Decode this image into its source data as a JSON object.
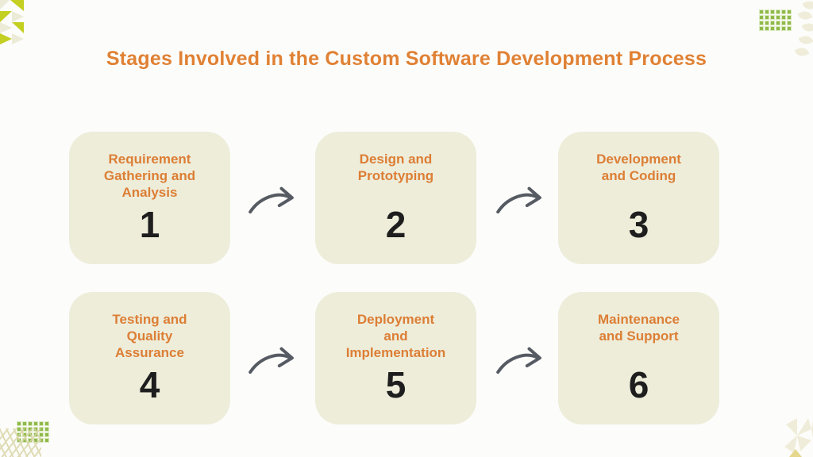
{
  "page_title": "Stages Involved in the Custom Software Development Process",
  "stages": [
    {
      "label": "Requirement\nGathering and\nAnalysis",
      "number": "1"
    },
    {
      "label": "Design and\nPrototyping",
      "number": "2"
    },
    {
      "label": "Development\nand Coding",
      "number": "3"
    },
    {
      "label": "Testing and\nQuality\nAssurance",
      "number": "4"
    },
    {
      "label": "Deployment\nand\nImplementation",
      "number": "5"
    },
    {
      "label": "Maintenance\nand Support",
      "number": "6"
    }
  ],
  "icons": {
    "flow_arrow": "hand-drawn curved arrow pointing right",
    "top_left_decor": "green and cream triangle checker pattern",
    "top_right_decor": "green dot grid with cream leaf shapes",
    "bottom_left_decor": "green dot grid with olive crosshatch",
    "bottom_right_decor": "cream pinwheel triangles"
  },
  "colors": {
    "background": "#FCFCFA",
    "card_cream": "#EEEDDA",
    "accent_orange": "#DC7E35",
    "title_orange": "#E08134",
    "number_black": "#1E1E1E",
    "arrow_gray": "#565B63",
    "decor_green": "#C3CF21",
    "dot_green": "#8FBA4A"
  }
}
